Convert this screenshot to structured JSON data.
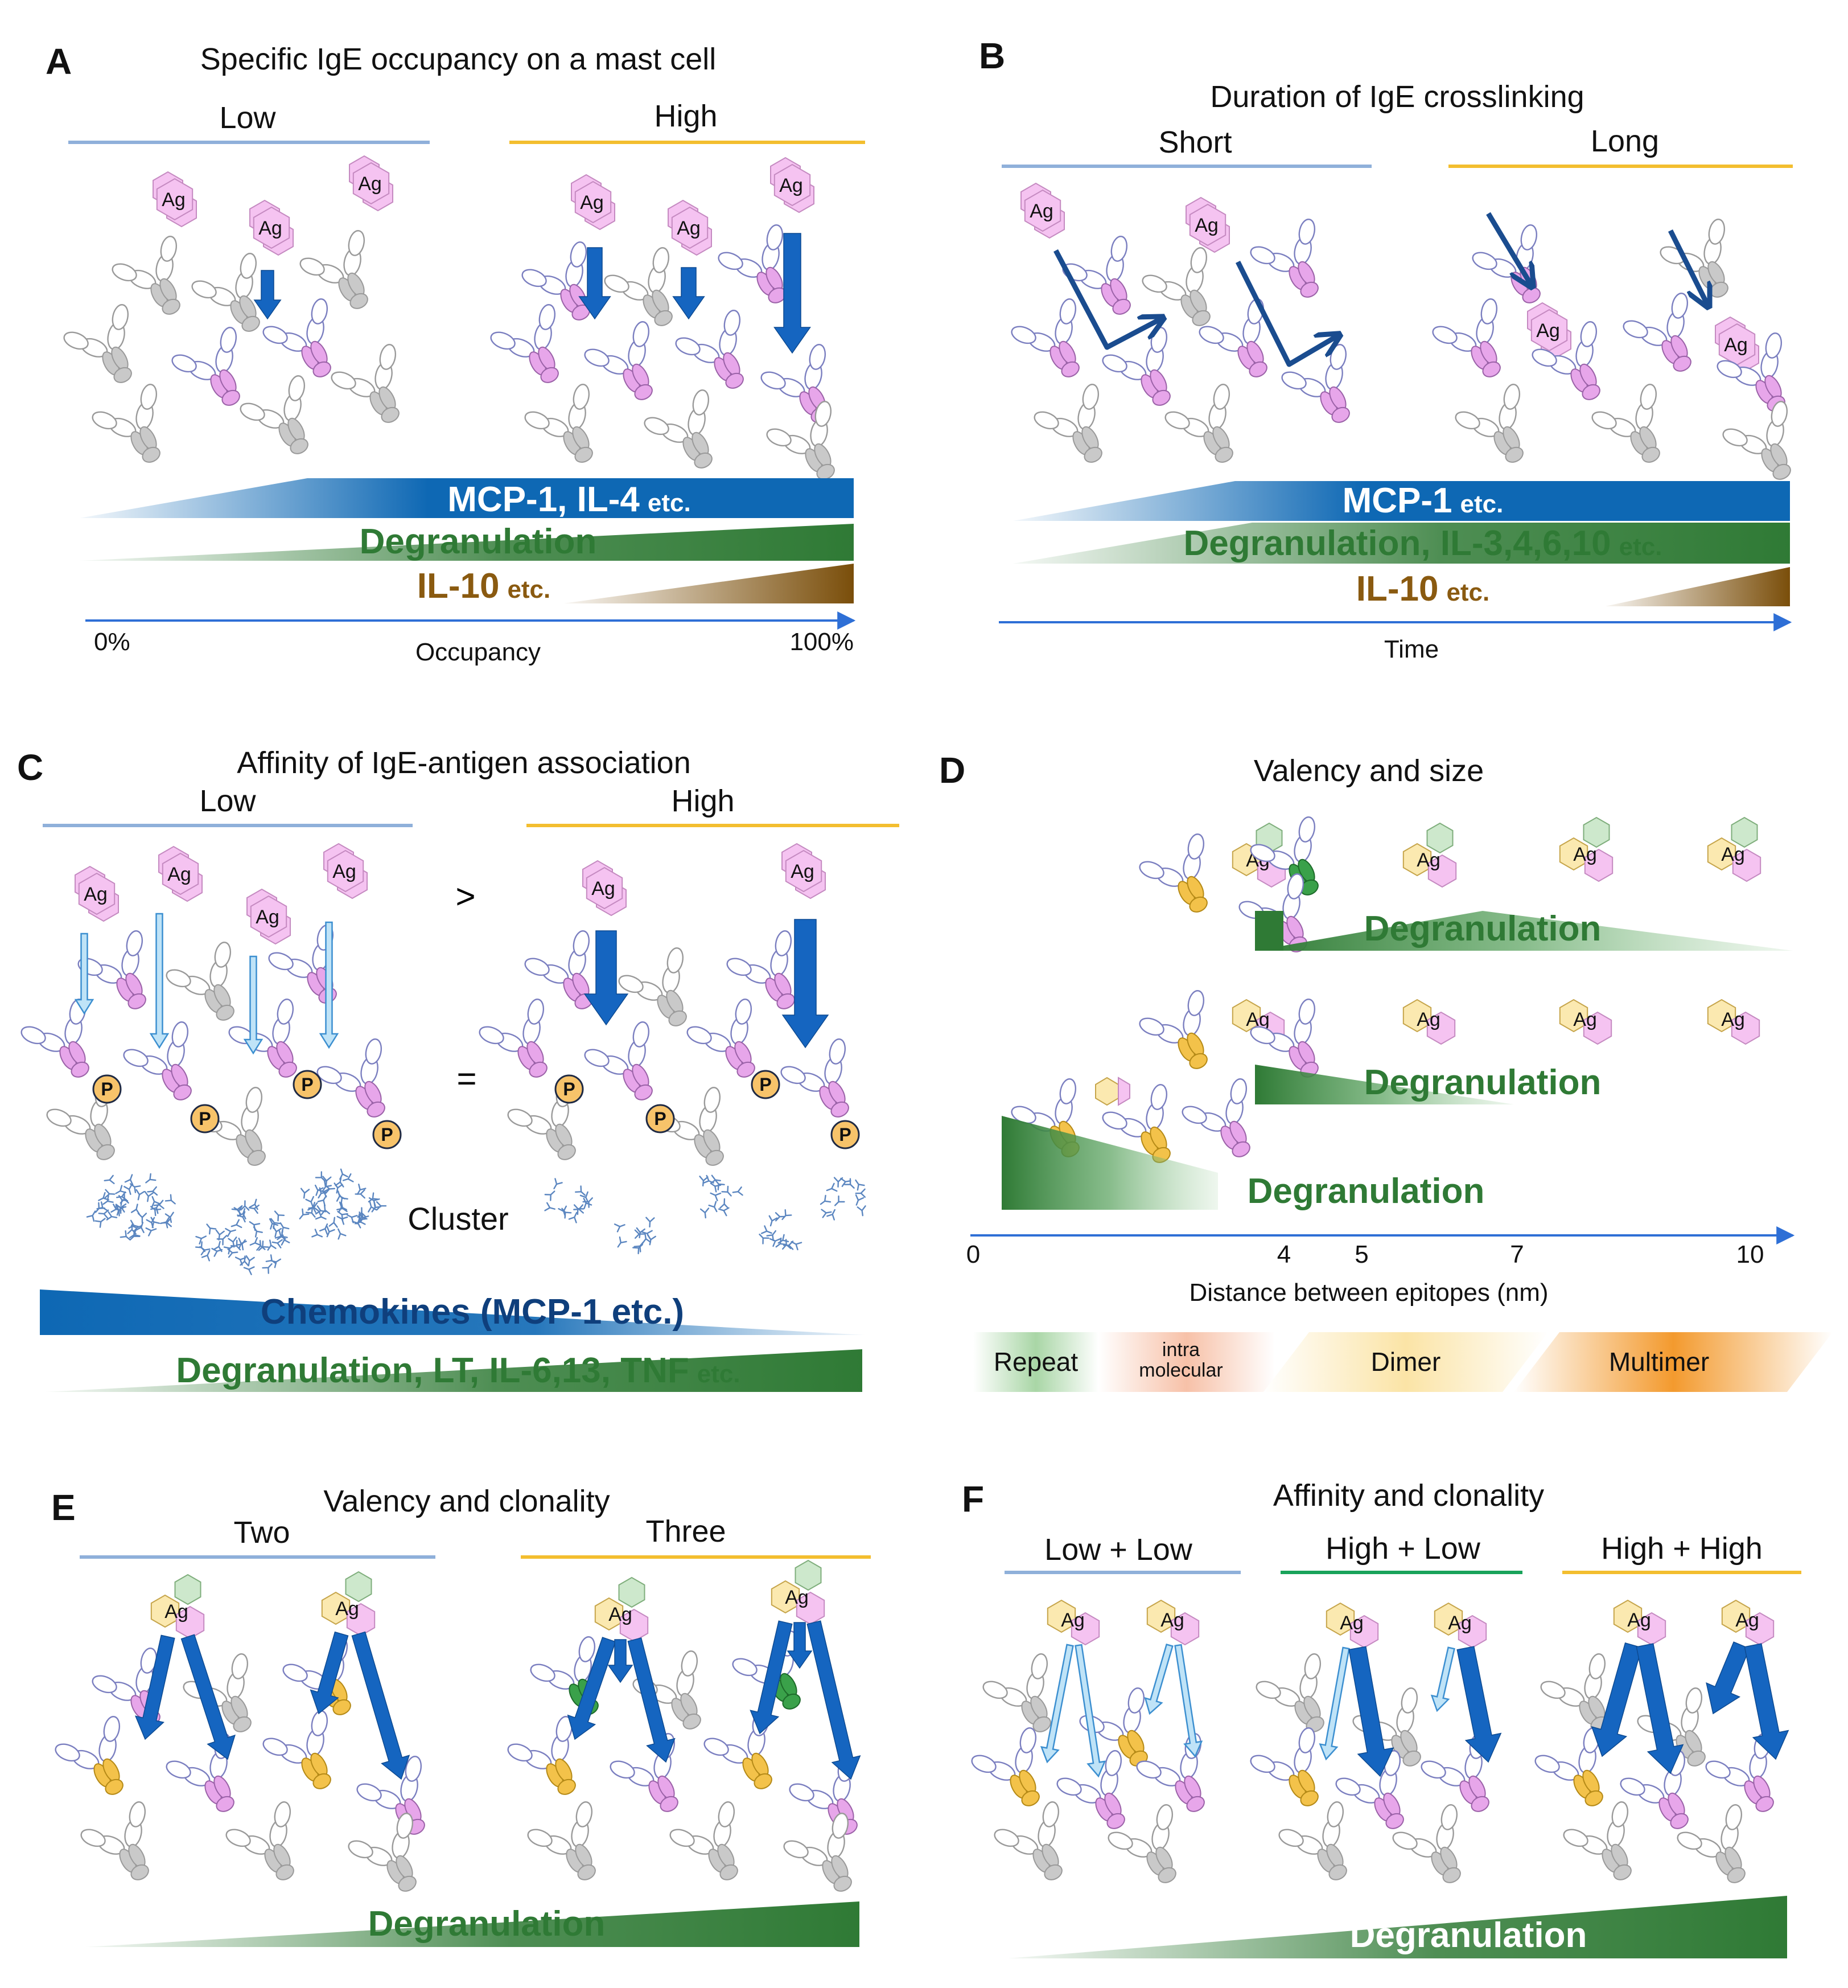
{
  "panels": {
    "A": {
      "letter": "A",
      "title": "Specific IgE occupancy on a mast cell",
      "low": "Low",
      "high": "High",
      "bar1": "MCP-1, IL-4",
      "bar1_etc": "etc.",
      "bar2": "Degranulation",
      "bar3": "IL-10",
      "bar3_etc": "etc.",
      "axis_start": "0%",
      "axis_label": "Occupancy",
      "axis_end": "100%"
    },
    "B": {
      "letter": "B",
      "title": "Duration of IgE crosslinking",
      "short": "Short",
      "long": "Long",
      "bar1": "MCP-1",
      "bar1_etc": "etc.",
      "bar2": "Degranulation, IL-3,4,6,10",
      "bar2_etc": "etc.",
      "bar3": "IL-10",
      "bar3_etc": "etc.",
      "axis_label": "Time"
    },
    "C": {
      "letter": "C",
      "title": "Affinity of IgE-antigen association",
      "low": "Low",
      "high": "High",
      "gt": ">",
      "eq": "=",
      "cluster": "Cluster",
      "bar1": "Chemokines (MCP-1 etc.)",
      "bar2": "Degranulation, LT, IL-6,13, TNF",
      "bar2_etc": "etc."
    },
    "D": {
      "letter": "D",
      "title": "Valency and size",
      "degranulation": "Degranulation",
      "axis_ticks": [
        "0",
        "4",
        "5",
        "7",
        "10"
      ],
      "axis_label": "Distance between epitopes (nm)",
      "legend": {
        "repeat": "Repeat",
        "intra1": "intra",
        "intra2": "molecular",
        "dimer": "Dimer",
        "multimer": "Multimer"
      }
    },
    "E": {
      "letter": "E",
      "title": "Valency and clonality",
      "two": "Two",
      "three": "Three",
      "bar": "Degranulation"
    },
    "F": {
      "letter": "F",
      "title": "Affinity and clonality",
      "g1": "Low + Low",
      "g2": "High + Low",
      "g3": "High + High",
      "bar": "Degranulation"
    }
  },
  "ag_label": "Ag",
  "p_label": "P",
  "colors": {
    "blue_bar": "#0e68b4",
    "green_bar": "#2f7a35",
    "brown_bar": "#7a4e0a",
    "line_low": "#8fb0da",
    "line_high": "#f3be2f",
    "line_mid": "#19a35a",
    "axis": "#2e6fd6",
    "ag_pink": "#f5c3f1",
    "ag_yellow": "#fbe9b0",
    "ag_green": "#cde8cc"
  }
}
